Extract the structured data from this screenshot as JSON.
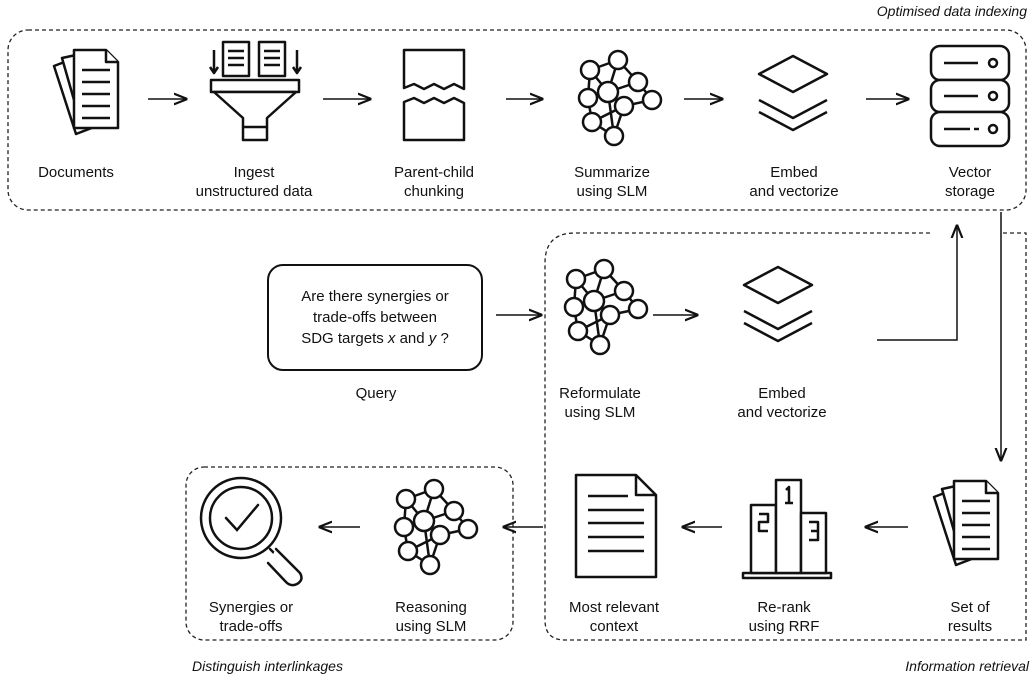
{
  "groups": {
    "indexing": "Optimised data indexing",
    "retrieval": "Information retrieval",
    "interlinkages": "Distinguish interlinkages"
  },
  "steps": {
    "documents": [
      "Documents"
    ],
    "ingest": [
      "Ingest",
      "unstructured data"
    ],
    "chunking": [
      "Parent-child",
      "chunking"
    ],
    "summarize": [
      "Summarize",
      "using SLM"
    ],
    "embed_index": [
      "Embed",
      "and vectorize"
    ],
    "vector_storage": [
      "Vector",
      "storage"
    ],
    "query": [
      "Query"
    ],
    "reformulate": [
      "Reformulate",
      "using SLM"
    ],
    "embed_query": [
      "Embed",
      "and vectorize"
    ],
    "set_of_results": [
      "Set of",
      "results"
    ],
    "rerank": [
      "Re-rank",
      "using RRF"
    ],
    "context": [
      "Most relevant",
      "context"
    ],
    "reasoning": [
      "Reasoning",
      "using SLM"
    ],
    "synergies": [
      "Synergies or",
      "trade-offs"
    ]
  },
  "query_box": {
    "line1": "Are there synergies or",
    "line2": "trade-offs between",
    "line3_pre": "SDG targets ",
    "x": "x",
    "and": " and ",
    "y": "y",
    "q": " ?"
  },
  "icons": [
    "document-stack-icon",
    "funnel-icon",
    "chunk-icon",
    "neural-network-icon",
    "layers-icon",
    "database-icon",
    "podium-icon",
    "magnifier-check-icon"
  ]
}
